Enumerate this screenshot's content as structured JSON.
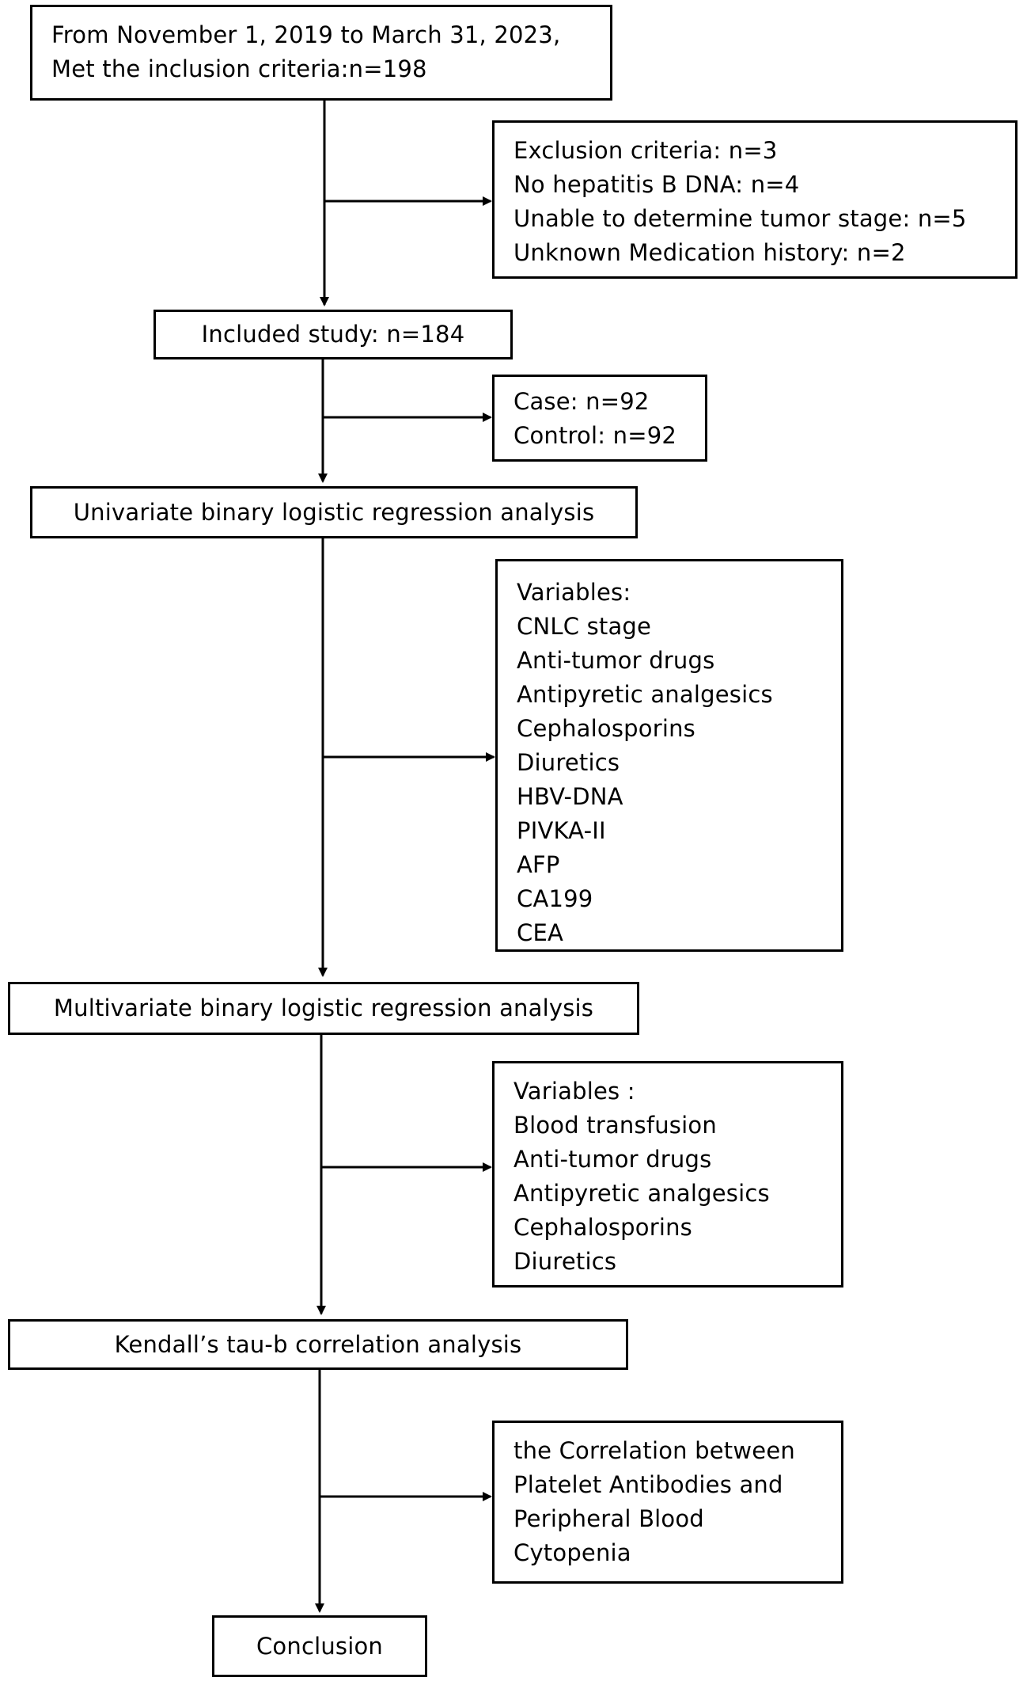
{
  "start": {
    "line1": "From November 1, 2019 to March 31, 2023,",
    "line2": "Met the inclusion criteria:n=198"
  },
  "exclusion": [
    "Exclusion criteria: n=3",
    "No hepatitis B DNA:  n=4",
    "Unable to determine tumor stage: n=5",
    "Unknown Medication history: n=2"
  ],
  "included": "Included study: n=184",
  "groups": [
    "Case: n=92",
    "Control: n=92"
  ],
  "univariate": "Univariate binary logistic regression analysis",
  "uni_vars": [
    "Variables:",
    "CNLC stage",
    "Anti-tumor drugs",
    "Antipyretic analgesics",
    "Cephalosporins",
    "Diuretics",
    "HBV-DNA",
    "PIVKA-II",
    "AFP",
    "CA199",
    "CEA"
  ],
  "multivariate": "Multivariate binary logistic regression analysis",
  "multi_vars": [
    "Variables :",
    "Blood transfusion",
    "Anti-tumor drugs",
    "Antipyretic analgesics",
    "Cephalosporins",
    "Diuretics"
  ],
  "kendall": "Kendall’s tau-b correlation analysis",
  "correlation": [
    "the Correlation between",
    "Platelet Antibodies and",
    "Peripheral Blood",
    "Cytopenia"
  ],
  "conclusion": "Conclusion"
}
